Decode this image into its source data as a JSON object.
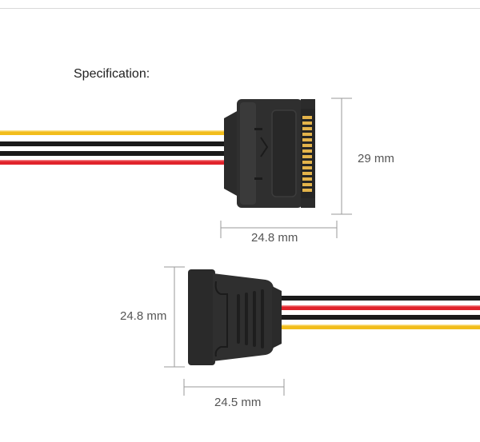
{
  "specification": {
    "title": "Specification:"
  },
  "male_connector": {
    "height_label": "29 mm",
    "width_label": "24.8 mm"
  },
  "female_connector": {
    "height_label": "24.8 mm",
    "width_label": "24.5 mm"
  },
  "colors": {
    "wire_yellow": "#f2bd1b",
    "wire_black": "#1a1a1a",
    "wire_red": "#e0232b",
    "connector_body": "#2b2b2b",
    "connector_pins": "#e3b34a",
    "dimension_line": "#9a9a9a"
  }
}
